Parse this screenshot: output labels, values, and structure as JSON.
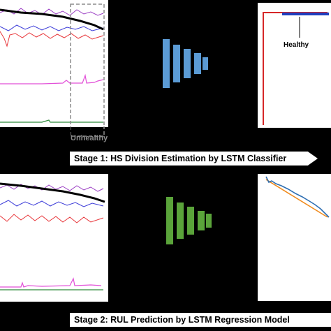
{
  "stage1": {
    "banner": "Stage 1: HS Division Estimation by LSTM Classifier",
    "region_label": "Unhealthy",
    "output_label": "Healthy"
  },
  "stage2": {
    "banner": "Stage 2: RUL Prediction by LSTM Regression Model"
  },
  "colors": {
    "classifier_net": "#5b9bd5",
    "regression_net": "#5aa33a",
    "health_indicator": "#000000",
    "signal_purple": "#9b3fc4",
    "signal_blue": "#3a3ad8",
    "signal_red": "#e8363a",
    "signal_magenta": "#e24fd8",
    "signal_green": "#2e8b3a",
    "healthy_line": "#1f3fbf",
    "unhealthy_line": "#d62728",
    "prediction_line": "#2f6fb2",
    "true_rul_line": "#f08a1c"
  }
}
